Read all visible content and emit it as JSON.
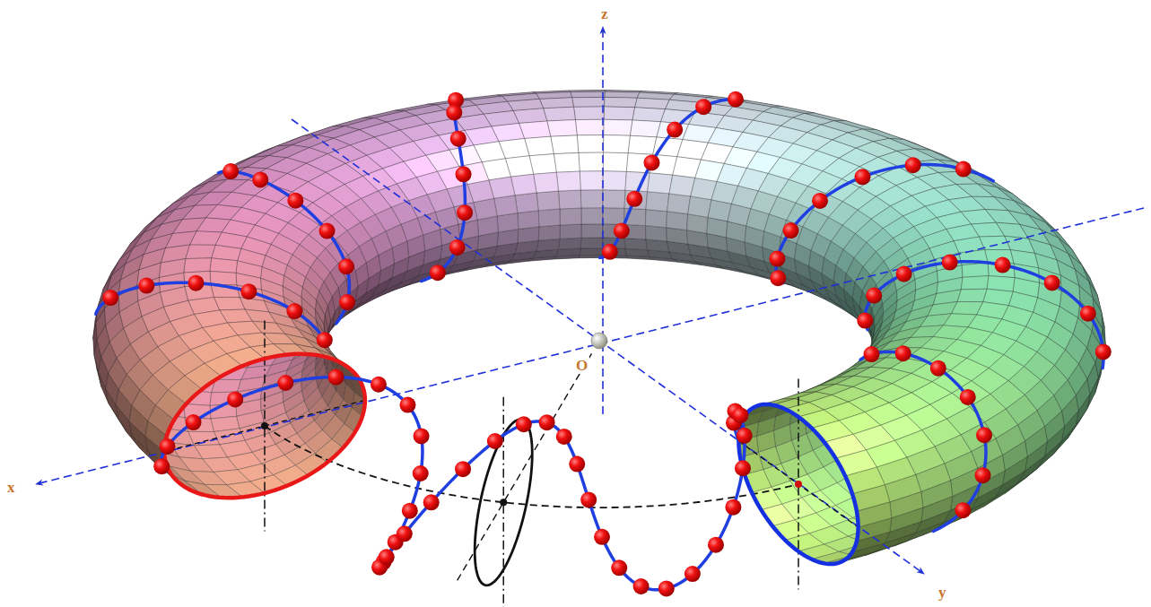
{
  "diagram": {
    "labels": [
      "z",
      "x",
      "O",
      "y"
    ]
  }
}
